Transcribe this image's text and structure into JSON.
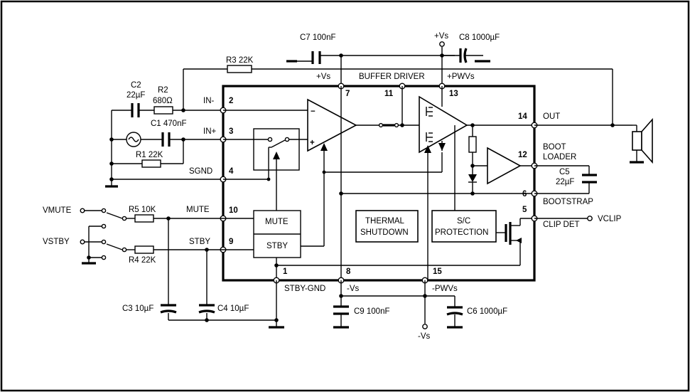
{
  "supply": {
    "vs_top": "+Vs",
    "vs_bottom": "-Vs",
    "vs_left_top": "+Vs",
    "pwvs_top": "+PWVs",
    "vs_left_bottom": "-Vs",
    "pwvs_bottom": "-PWVs",
    "buffer_driver": "BUFFER DRIVER",
    "stby_gnd": "STBY-GND"
  },
  "pins": [
    {
      "number": "2",
      "name": "IN-"
    },
    {
      "number": "3",
      "name": "IN+"
    },
    {
      "number": "4",
      "name": "SGND"
    },
    {
      "number": "10",
      "name": "MUTE"
    },
    {
      "number": "9",
      "name": "STBY"
    },
    {
      "number": "7",
      "name": ""
    },
    {
      "number": "11",
      "name": ""
    },
    {
      "number": "13",
      "name": ""
    },
    {
      "number": "1",
      "name": ""
    },
    {
      "number": "8",
      "name": ""
    },
    {
      "number": "15",
      "name": ""
    },
    {
      "number": "14",
      "name": "OUT"
    },
    {
      "number": "12",
      "name": "BOOT LOADER"
    },
    {
      "number": "6",
      "name": "BOOTSTRAP"
    },
    {
      "number": "5",
      "name": "CLIP DET"
    }
  ],
  "out_labels": {
    "boot": "BOOT",
    "loader": "LOADER"
  },
  "blocks": {
    "mute": "MUTE",
    "stby": "STBY",
    "thermal_line1": "THERMAL",
    "thermal_line2": "SHUTDOWN",
    "sc_line1": "S/C",
    "sc_line2": "PROTECTION"
  },
  "components": {
    "c7": "C7 100nF",
    "c8_top": "C8 1000µF",
    "r3": "R3 22K",
    "c2_name": "C2",
    "c2_value": "22µF",
    "r2_name": "R2",
    "r2_value": "680Ω",
    "c1": "C1 470nF",
    "r1": "R1 22K",
    "r5": "R5 10K",
    "r4": "R4 22K",
    "c3": "C3 10µF",
    "c4": "C4 10µF",
    "c9": "C9 100nF",
    "c6": "C6 1000µF",
    "c5_name": "C5",
    "c5_value": "22µF"
  },
  "signals": {
    "vmute": "VMUTE",
    "vstby": "VSTBY",
    "vclip": "VCLIP"
  }
}
